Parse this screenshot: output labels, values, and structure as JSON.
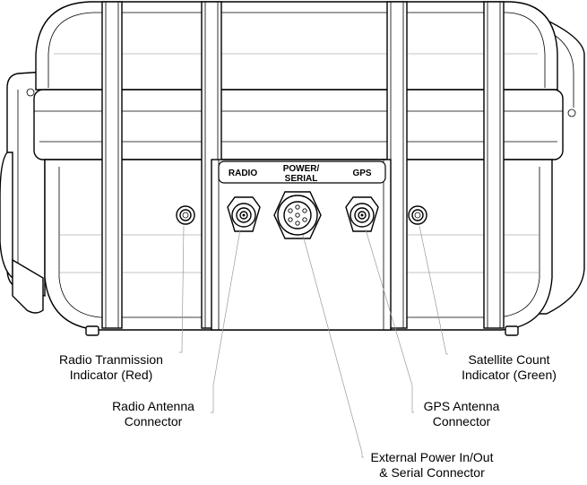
{
  "panel": {
    "radio_label": "RADIO",
    "power_label_line1": "POWER/",
    "power_label_line2": "SERIAL",
    "gps_label": "GPS"
  },
  "callouts": {
    "radio_tx": {
      "line1": "Radio Tranmission",
      "line2": "Indicator (Red)"
    },
    "radio_ant": {
      "line1": "Radio Antenna",
      "line2": "Connector"
    },
    "power": {
      "line1": "External Power In/Out",
      "line2": "& Serial Connector"
    },
    "gps_ant": {
      "line1": "GPS Antenna",
      "line2": "Connector"
    },
    "sat": {
      "line1": "Satellite Count",
      "line2": "Indicator (Green)"
    }
  }
}
